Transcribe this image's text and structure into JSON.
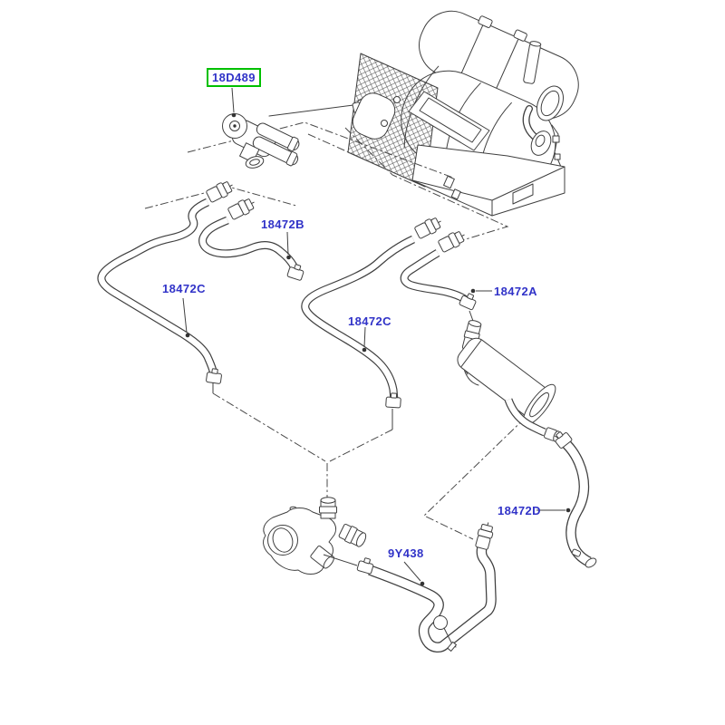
{
  "diagram": {
    "type": "automotive-parts-diagram",
    "subject": "heater-hoses",
    "labels": [
      {
        "id": "18D489",
        "highlighted": true
      },
      {
        "id": "18472B",
        "highlighted": false
      },
      {
        "id": "18472C",
        "highlighted": false
      },
      {
        "id": "18472A",
        "highlighted": false
      },
      {
        "id": "18472C",
        "highlighted": false
      },
      {
        "id": "18472D",
        "highlighted": false
      },
      {
        "id": "9Y438",
        "highlighted": false
      }
    ],
    "colors": {
      "label_text": "#3133c8",
      "highlight_box": "#00c000",
      "line_art": "#3f3f3f",
      "background": "#ffffff"
    }
  }
}
